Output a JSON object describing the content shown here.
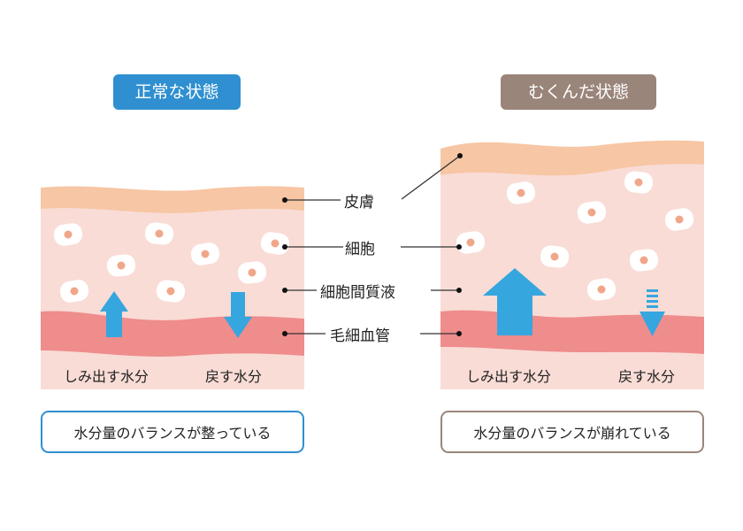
{
  "left_panel": {
    "title": "正常な状態",
    "outflow_label": "しみ出す水分",
    "return_label": "戻す水分",
    "summary": "水分量のバランスが整っている"
  },
  "right_panel": {
    "title": "むくんだ状態",
    "outflow_label": "しみ出す水分",
    "return_label": "戻す水分",
    "summary": "水分量のバランスが崩れている"
  },
  "legend": {
    "skin": "皮膚",
    "cell": "細胞",
    "interstitial_fluid": "細胞間質液",
    "capillary": "毛細血管"
  },
  "colors": {
    "normal_accent": "#2f8fd0",
    "swollen_accent": "#9a857a",
    "skin_layer": "#f7c6a4",
    "tissue": "#f9dcd6",
    "capillary": "#ef8c8c",
    "arrow": "#36a6de",
    "nucleus": "#f0a789"
  }
}
